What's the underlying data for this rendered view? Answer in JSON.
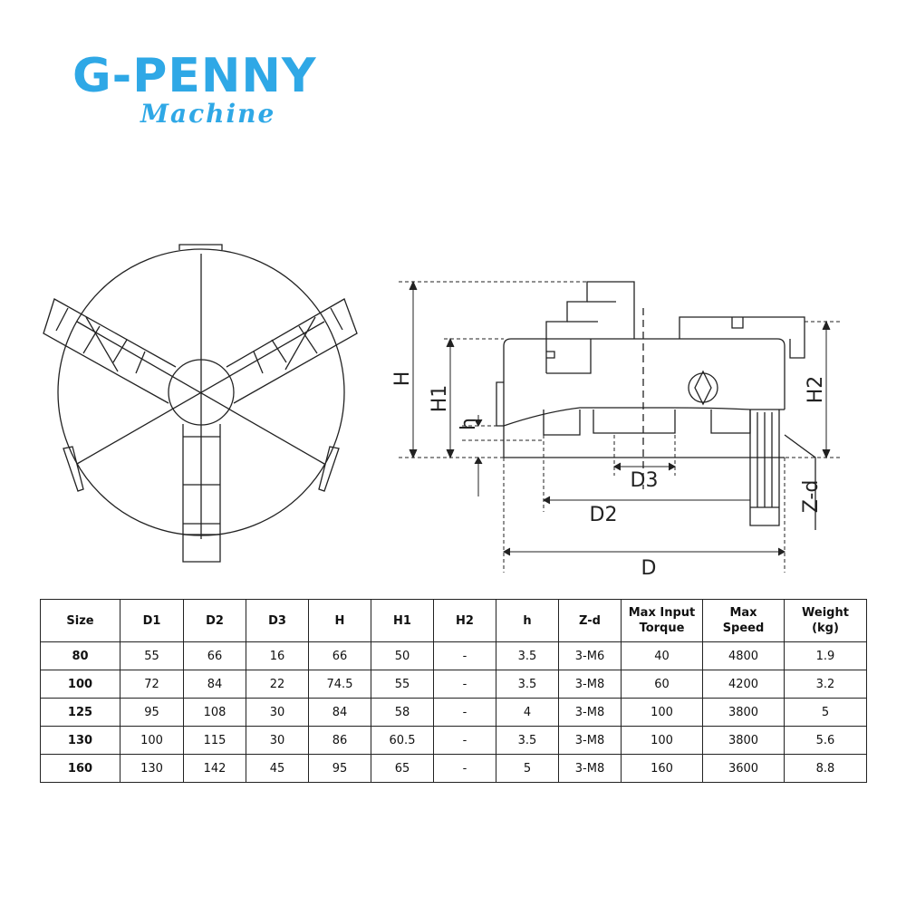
{
  "brand": {
    "name": "G-PENNY",
    "subtitle": "Machine",
    "color": "#2fa8e6"
  },
  "diagram": {
    "labels": {
      "H": "H",
      "H1": "H1",
      "H2": "H2",
      "h": "h",
      "D": "D",
      "D2": "D2",
      "D3": "D3",
      "Zd": "Z-d"
    }
  },
  "table": {
    "headers": [
      "Size",
      "D1",
      "D2",
      "D3",
      "H",
      "H1",
      "H2",
      "h",
      "Z-d",
      "Max Input\nTorque",
      "Max\nSpeed",
      "Weight\n(kg)"
    ],
    "rows": [
      [
        "80",
        "55",
        "66",
        "16",
        "66",
        "50",
        "-",
        "3.5",
        "3-M6",
        "40",
        "4800",
        "1.9"
      ],
      [
        "100",
        "72",
        "84",
        "22",
        "74.5",
        "55",
        "-",
        "3.5",
        "3-M8",
        "60",
        "4200",
        "3.2"
      ],
      [
        "125",
        "95",
        "108",
        "30",
        "84",
        "58",
        "-",
        "4",
        "3-M8",
        "100",
        "3800",
        "5"
      ],
      [
        "130",
        "100",
        "115",
        "30",
        "86",
        "60.5",
        "-",
        "3.5",
        "3-M8",
        "100",
        "3800",
        "5.6"
      ],
      [
        "160",
        "130",
        "142",
        "45",
        "95",
        "65",
        "-",
        "5",
        "3-M8",
        "160",
        "3600",
        "8.8"
      ]
    ]
  }
}
